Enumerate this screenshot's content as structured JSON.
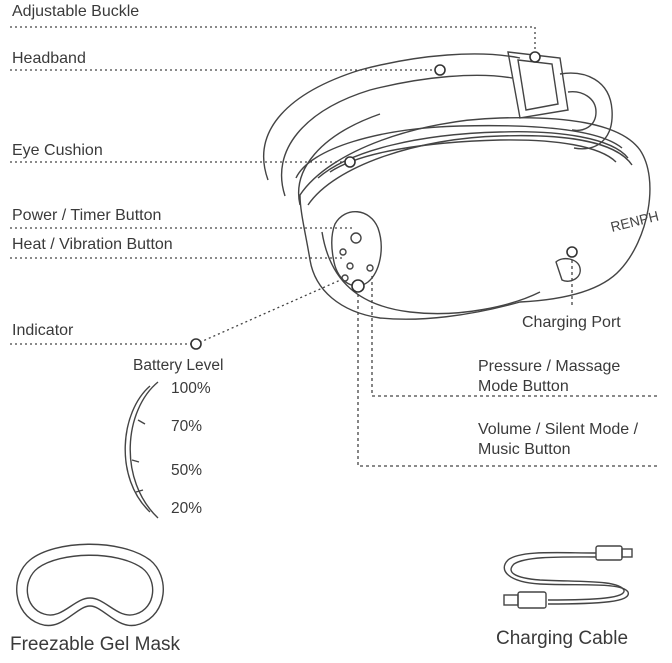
{
  "labels": {
    "adjustable_buckle": "Adjustable Buckle",
    "headband": "Headband",
    "eye_cushion": "Eye Cushion",
    "power_timer_button": "Power / Timer Button",
    "heat_vibration_button": "Heat / Vibration Button",
    "indicator": "Indicator",
    "battery_level": "Battery Level",
    "charging_port": "Charging Port",
    "pressure_massage_line1": "Pressure / Massage",
    "pressure_massage_line2": "Mode Button",
    "volume_silent_line1": "Volume / Silent Mode /",
    "volume_silent_line2": "Music Button",
    "freezable_gel_mask": "Freezable Gel Mask",
    "charging_cable": "Charging Cable"
  },
  "battery_levels": [
    "100%",
    "70%",
    "50%",
    "20%"
  ],
  "brand_text": "RENPH",
  "icons": [
    "power-icon",
    "heat-icon",
    "vibration-icon",
    "volume-icon",
    "mode-icon"
  ]
}
